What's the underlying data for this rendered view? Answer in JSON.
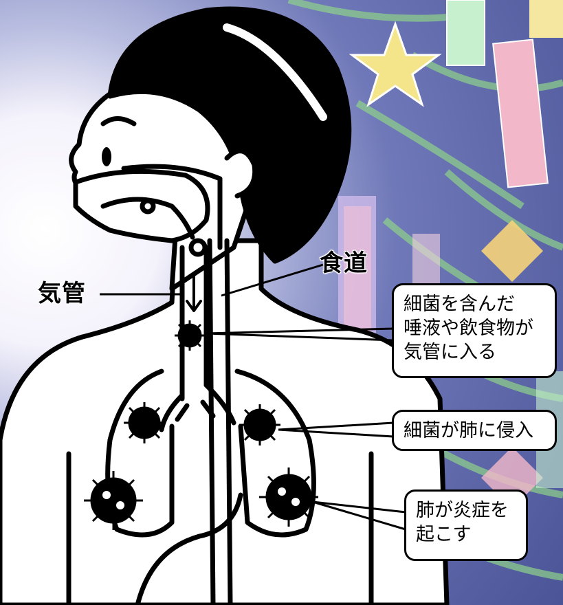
{
  "labels": {
    "trachea": "気管",
    "esophagus": "食道"
  },
  "callouts": {
    "bacteria_enter_trachea": "細菌を含んだ\n唾液や飲食物が\n気管に入る",
    "bacteria_invade_lungs": "細菌が肺に侵入",
    "lungs_inflamed": "肺が炎症を\n起こす"
  },
  "colors": {
    "background": "#5a63a8",
    "outline": "#000000",
    "fill": "#ffffff",
    "star": "#f4e58a",
    "tanzaku_pink": "#f2b8c9",
    "tanzaku_green": "#c7f0cf",
    "tanzaku_yellow": "#f6e7a0"
  }
}
